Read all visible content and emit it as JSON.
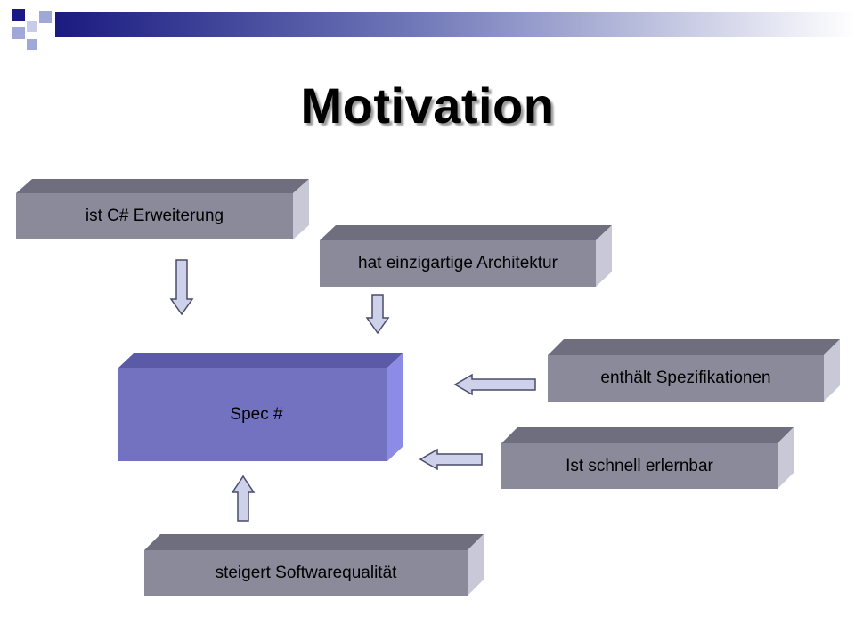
{
  "title": "Motivation",
  "colors": {
    "box_front": "#8a8a9a",
    "box_top": "#6e6e7e",
    "box_side": "#c8c8d6",
    "center_front": "#7272c0",
    "center_top": "#5a5aa6",
    "center_side": "#8c8ce6",
    "arrow_fill": "#cdd2ea",
    "arrow_stroke": "#4a4a6a",
    "header_blue": "#1a1a80",
    "header_light": "#a0a8d8"
  },
  "nodes": {
    "center": "Spec #",
    "csharp": "ist C# Erweiterung",
    "architecture": "hat einzigartige Architektur",
    "specs": "enthält Spezifikationen",
    "learn": "Ist schnell erlernbar",
    "quality": "steigert Softwarequalität"
  }
}
